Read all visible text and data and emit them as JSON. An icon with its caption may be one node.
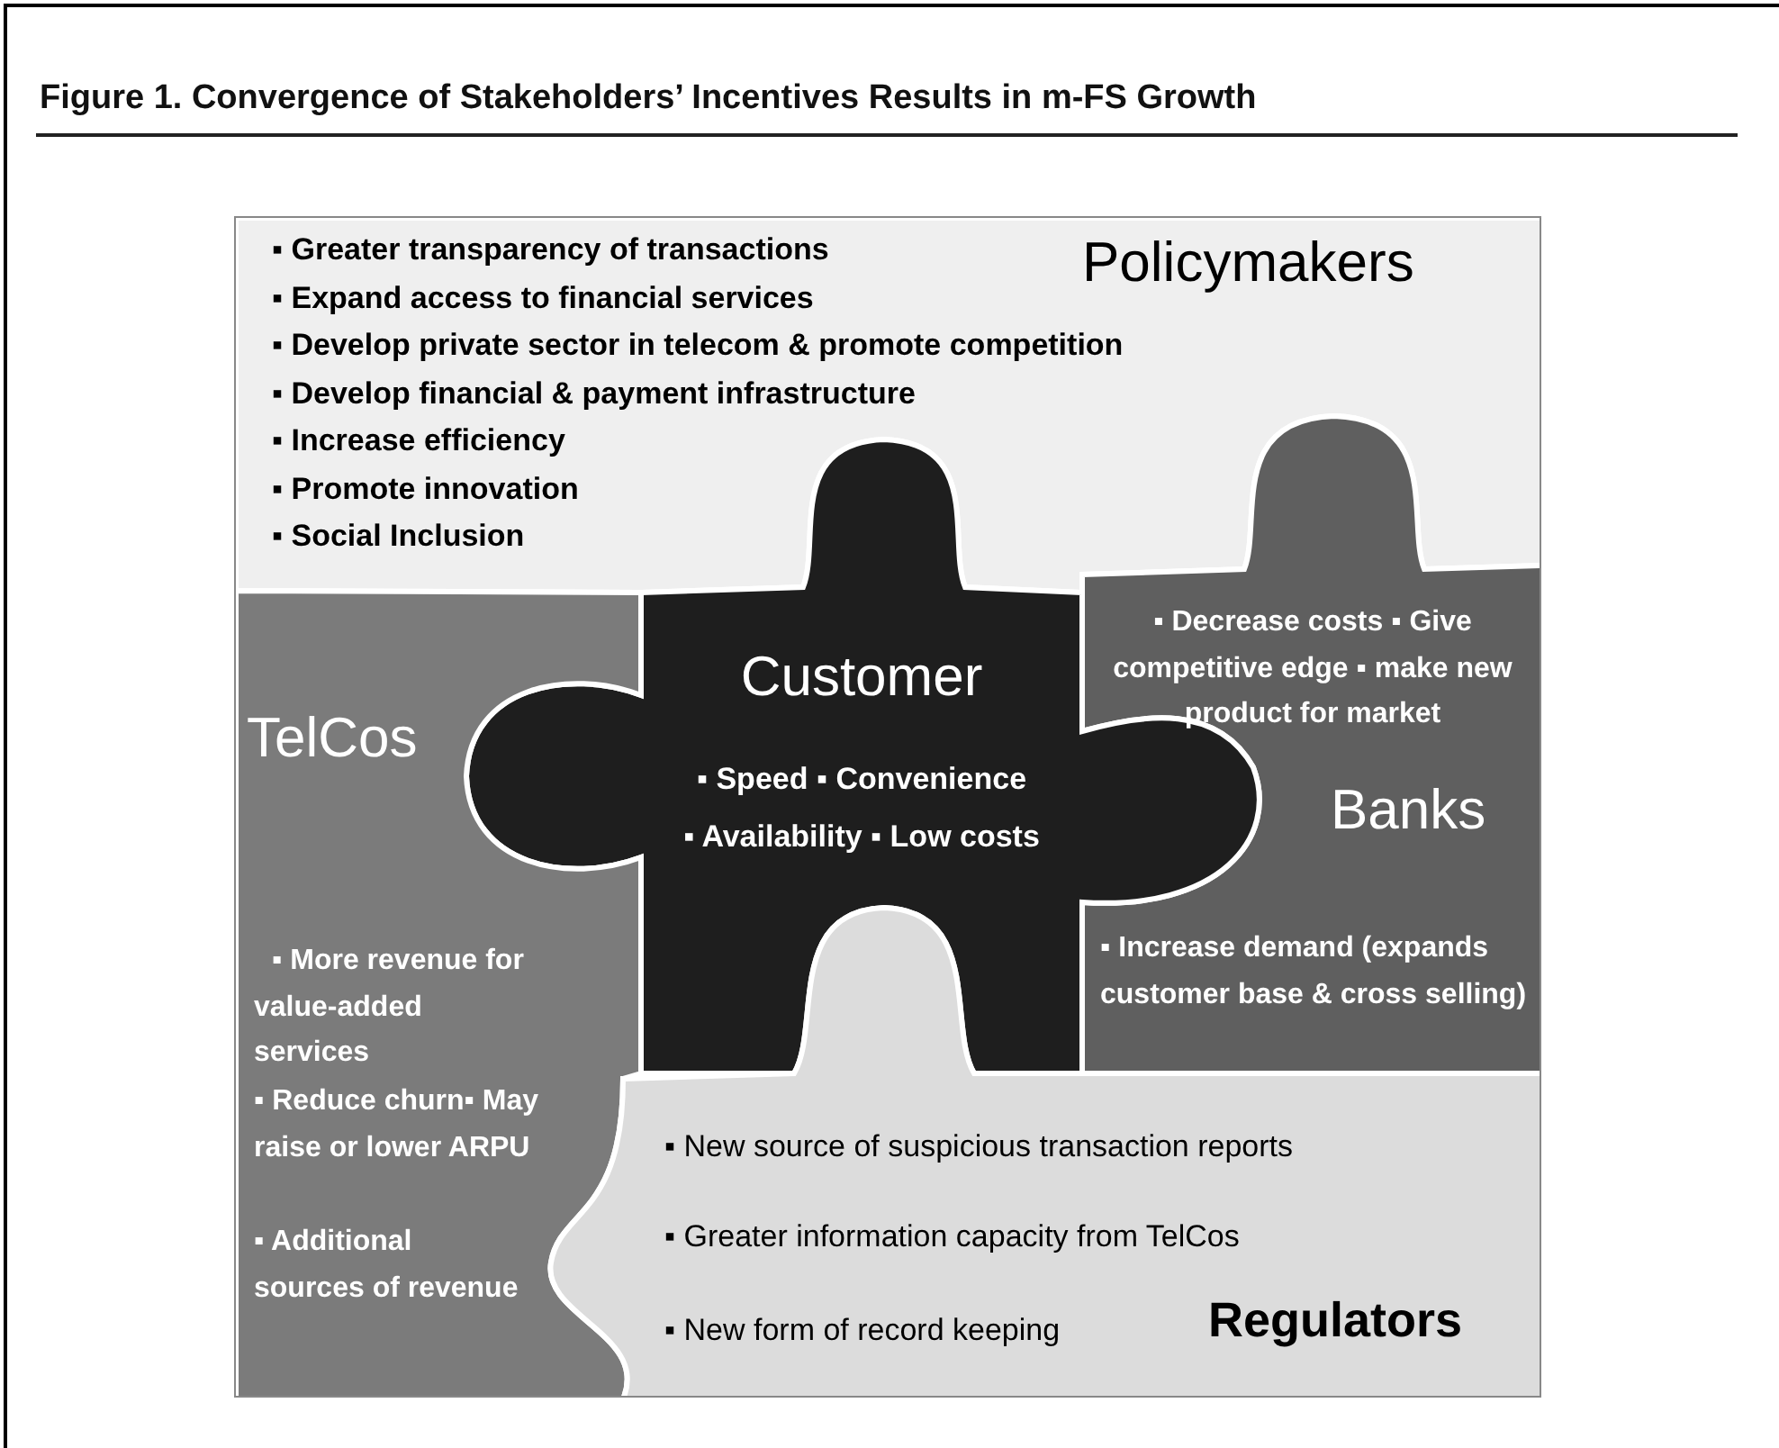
{
  "diagram": {
    "title": "Figure 1.  Convergence of Stakeholders’ Incentives Results in m-FS Growth",
    "nodes": [
      {
        "text": [
          "▪ Greater transparency of transactions",
          "Policymakers",
          "▪ Expand access to financial services",
          "▪ Develop private sector in telecom & promote competition",
          "▪ Develop financial & payment infrastructure",
          "▪ Increase efficiency",
          "▪ Promote innovation",
          "▪ Social Inclusion"
        ]
      },
      {
        "text": [
          "▪ Decrease costs ▪ Give competitive edge ▪ make new product for market",
          "Banks",
          "▪ Increase demand (expands customer base &  cross selling)"
        ]
      },
      {
        "text": [
          "Customer",
          "▪ Speed ▪ Convenience",
          "▪ Availability  ▪ Low costs"
        ]
      },
      {
        "text": [
          "TelCos",
          "▪ More revenue for value-added services",
          "▪ Reduce churn▪ May raise or lower ARPU",
          "▪ Additional sources of revenue"
        ]
      },
      {
        "text": [
          "▪ New source of suspicious transaction reports",
          "▪ Greater information capacity from TelCos",
          "▪ New form of record keeping",
          "Regulators"
        ]
      }
    ]
  }
}
